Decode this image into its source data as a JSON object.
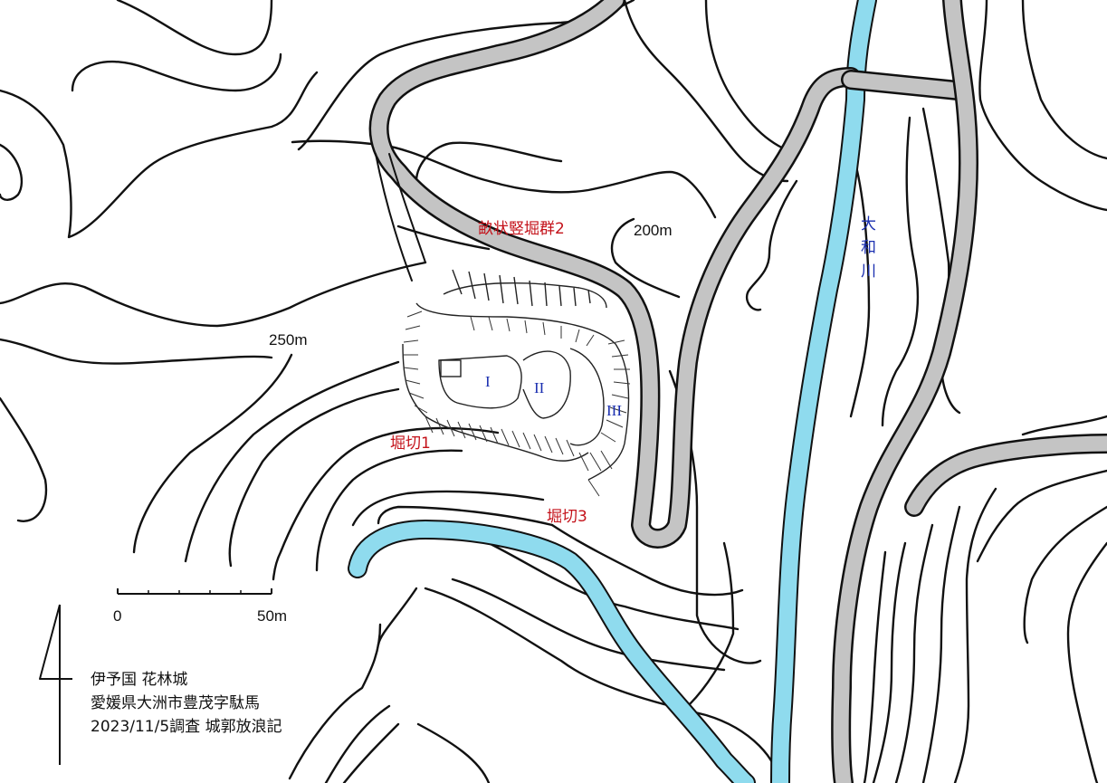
{
  "map": {
    "contour_labels": {
      "c250": "250m",
      "c200": "200m"
    },
    "feature_labels": {
      "tatebori": "畝状竪堀群2",
      "horikiri1": "堀切1",
      "horikiri3": "堀切3",
      "river": [
        "大",
        "和",
        "川"
      ]
    },
    "enclosures": [
      "I",
      "II",
      "III"
    ],
    "scale": {
      "start": "0",
      "end": "50m"
    },
    "colors": {
      "river": "#8fdbee",
      "road": "#c4c4c4",
      "label_red": "#c4121a",
      "label_blue": "#1a2fb0"
    }
  },
  "info": {
    "line1": "伊予国 花林城",
    "line2": "愛媛県大洲市豊茂字駄馬",
    "line3": "2023/11/5調査 城郭放浪記"
  }
}
